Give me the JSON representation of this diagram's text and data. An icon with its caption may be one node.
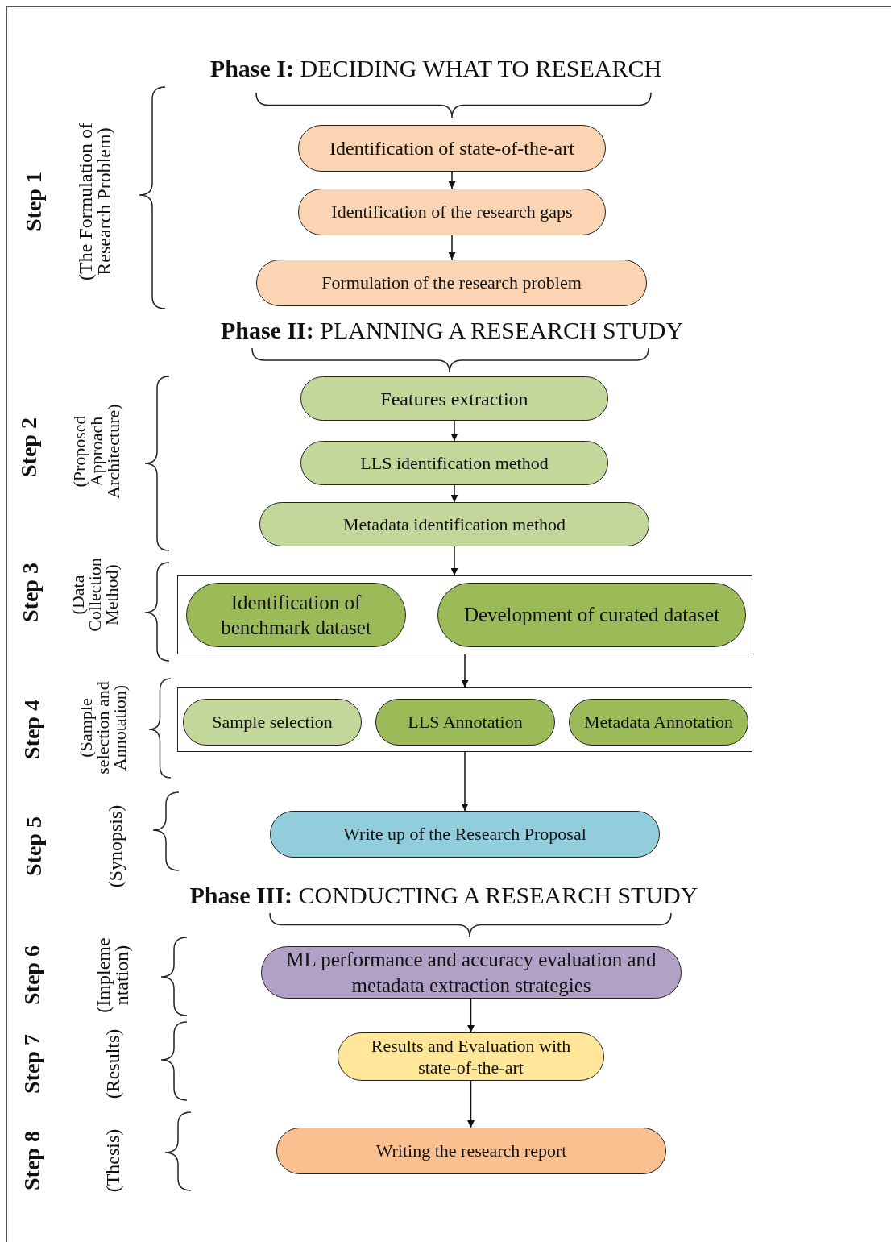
{
  "diagram": {
    "nodes": [
      {
        "text": [
          "Identification of state-of-the-art"
        ]
      },
      {
        "text": [
          "Identification of the research gaps"
        ]
      },
      {
        "text": [
          "Formulation of the research problem"
        ]
      },
      {
        "text": [
          "Features extraction"
        ]
      },
      {
        "text": [
          "LLS identification method"
        ]
      },
      {
        "text": [
          "Metadata identification method"
        ]
      },
      {
        "text": [],
        "shape": "box"
      },
      {
        "text": [
          "Identification of benchmark dataset"
        ],
        "in": 6
      },
      {
        "text": [
          "Development of curated dataset"
        ],
        "in": 6
      },
      {
        "text": [],
        "shape": "box"
      },
      {
        "text": [
          "Sample selection"
        ],
        "in": 9
      },
      {
        "text": [
          "LLS Annotation"
        ],
        "in": 9
      },
      {
        "text": [
          "Metadata Annotation"
        ],
        "in": 9
      },
      {
        "text": [
          "Write up of the Research Proposal"
        ]
      },
      {
        "text": [
          "ML performance and accuracy evaluation and metadata extraction strategies"
        ]
      },
      {
        "text": [
          "Results and Evaluation with state-of-the-art"
        ]
      },
      {
        "text": [
          "Writing the research report"
        ]
      }
    ],
    "edges": [
      {
        "from": 0,
        "to": 1,
        "arrow": "to"
      },
      {
        "from": 1,
        "to": 2,
        "arrow": "to"
      },
      {
        "from": 3,
        "to": 4,
        "arrow": "to"
      },
      {
        "from": 4,
        "to": 5,
        "arrow": "to"
      },
      {
        "from": 5,
        "to": 6,
        "arrow": "to"
      },
      {
        "from": 6,
        "to": 9,
        "arrow": "to"
      },
      {
        "from": 9,
        "to": 13,
        "arrow": "to"
      },
      {
        "from": 14,
        "to": 15,
        "arrow": "to"
      },
      {
        "from": 15,
        "to": 16,
        "arrow": "to"
      }
    ],
    "labels": [
      "**Phase I:** DECIDING WHAT TO RESEARCH",
      "Step 1",
      "(The Formulation of Research Problem)",
      "**Phase II:** PLANNING A RESEARCH STUDY",
      "Step 2",
      "(Proposed Approach Architecture)",
      "Step 3",
      "(Data Collection Method)",
      "Step 4",
      "(Sample selection and Annotation)",
      "Step 5",
      "(Synopsis)",
      "**Phase III:** CONDUCTING A RESEARCH STUDY",
      "Step 6",
      "(Impleme ntation)",
      "Step 7",
      "(Results)",
      "Step 8",
      "(Thesis)"
    ]
  }
}
